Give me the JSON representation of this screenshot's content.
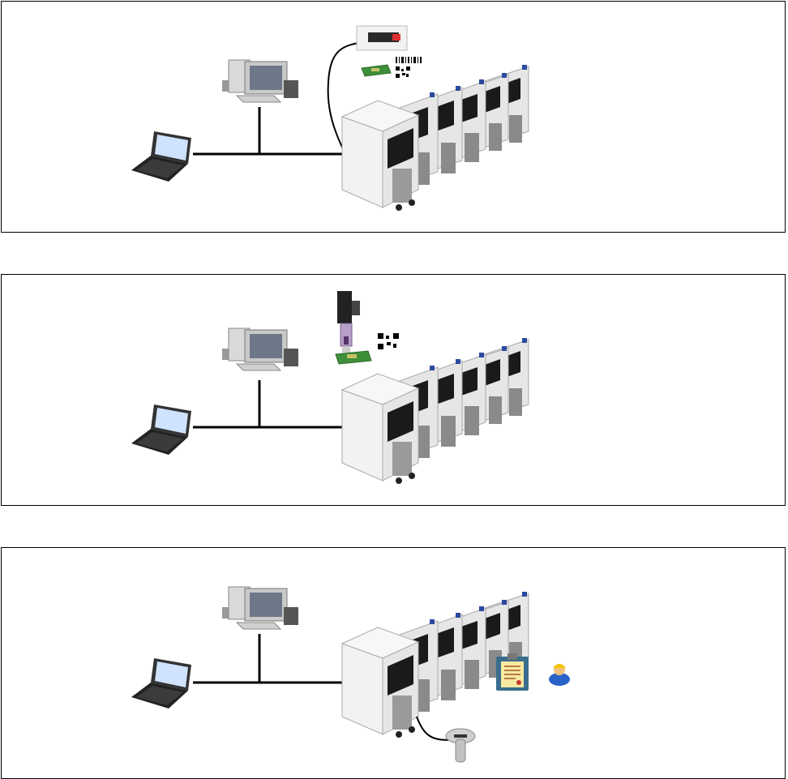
{
  "panels": [
    {
      "id": "panel-1",
      "scanner": "fixed-barcode-scanner",
      "items": [
        "desktop-computer",
        "laptop",
        "network-line",
        "smt-line",
        "pcb-board",
        "barcode",
        "qr-code",
        "scanner-cable"
      ]
    },
    {
      "id": "panel-2",
      "scanner": "inline-camera-reader",
      "items": [
        "desktop-computer",
        "laptop",
        "network-line",
        "smt-line",
        "pcb-board",
        "qr-code"
      ]
    },
    {
      "id": "panel-3",
      "scanner": "handheld-barcode-scanner",
      "items": [
        "desktop-computer",
        "laptop",
        "network-line",
        "smt-line",
        "clipboard-document",
        "operator-avatar",
        "scanner-cable"
      ]
    }
  ],
  "colors": {
    "line": "#000000",
    "machine_body": "#e6e6e6",
    "machine_shadow": "#b8b8b8",
    "machine_dark": "#1a1a1a",
    "screen": "#cfe3ff",
    "pcb": "#3f8f3a",
    "scanner_light": "#e03030",
    "clipboard": "#3a6d8c",
    "paper": "#f7e9a0"
  }
}
